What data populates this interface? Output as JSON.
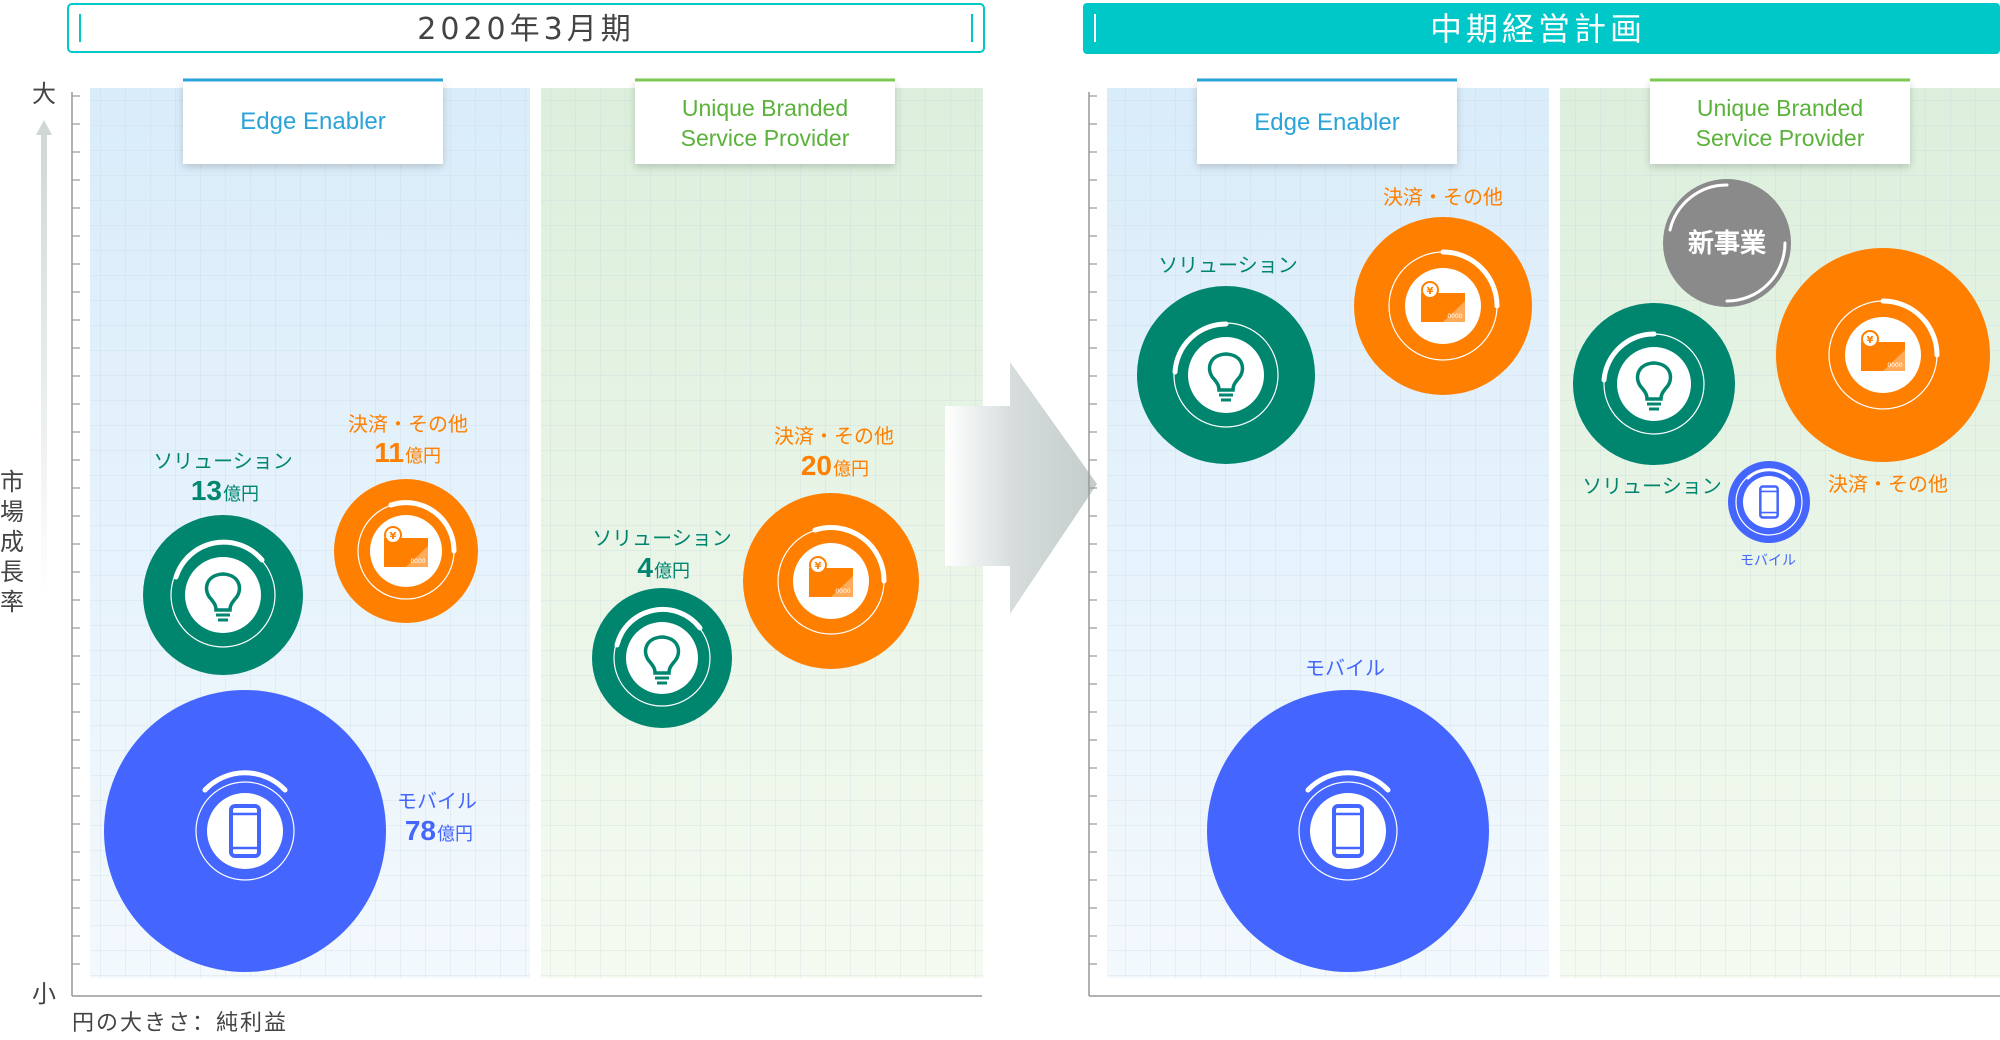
{
  "left_panel": {
    "title": "2020年3月期",
    "axis_top": "大",
    "axis_bottom": "小",
    "axis_label": "市場成長率",
    "footnote": "円の大きさ：純利益",
    "columns": {
      "edge": {
        "title": "Edge Enabler"
      },
      "ubsp": {
        "title_line1": "Unique Branded",
        "title_line2": "Service Provider"
      }
    },
    "bubbles": [
      {
        "id": "l-solution",
        "name": "ソリューション",
        "value": "13",
        "unit": "億円",
        "color": "#00856f",
        "icon": "lightbulb-icon"
      },
      {
        "id": "l-payment",
        "name": "決済・その他",
        "value": "11",
        "unit": "億円",
        "color": "#ff7f00",
        "icon": "yen-card-icon"
      },
      {
        "id": "l-mobile",
        "name": "モバイル",
        "value": "78",
        "unit": "億円",
        "color": "#4466ff",
        "icon": "smartphone-icon"
      },
      {
        "id": "l-solution-ubsp",
        "name": "ソリューション",
        "value": "4",
        "unit": "億円",
        "color": "#00856f",
        "icon": "lightbulb-icon"
      },
      {
        "id": "l-payment-ubsp",
        "name": "決済・その他",
        "value": "20",
        "unit": "億円",
        "color": "#ff7f00",
        "icon": "yen-card-icon"
      }
    ]
  },
  "right_panel": {
    "title": "中期経営計画",
    "columns": {
      "edge": {
        "title": "Edge Enabler"
      },
      "ubsp": {
        "title_line1": "Unique Branded",
        "title_line2": "Service Provider"
      }
    },
    "bubbles": [
      {
        "id": "r-solution",
        "name": "ソリューション",
        "color": "#00856f",
        "icon": "lightbulb-icon"
      },
      {
        "id": "r-payment",
        "name": "決済・その他",
        "color": "#ff7f00",
        "icon": "yen-card-icon"
      },
      {
        "id": "r-mobile",
        "name": "モバイル",
        "color": "#4466ff",
        "icon": "smartphone-icon"
      },
      {
        "id": "r-new",
        "name": "新事業",
        "color": "#8a8a8a"
      },
      {
        "id": "r-solution-ubsp",
        "name": "ソリューション",
        "color": "#00856f",
        "icon": "lightbulb-icon"
      },
      {
        "id": "r-payment-ubsp",
        "name": "決済・その他",
        "color": "#ff7f00",
        "icon": "yen-card-icon"
      },
      {
        "id": "r-mobile-ubsp",
        "name": "モバイル",
        "color": "#4466ff",
        "icon": "smartphone-icon"
      }
    ]
  },
  "colors": {
    "accent_teal": "#00c8c8",
    "edge_line": "#29a3d8",
    "ubsp_line": "#7cc850",
    "green": "#00856f",
    "orange": "#ff7f00",
    "blue": "#4466ff",
    "gray": "#8a8a8a"
  }
}
